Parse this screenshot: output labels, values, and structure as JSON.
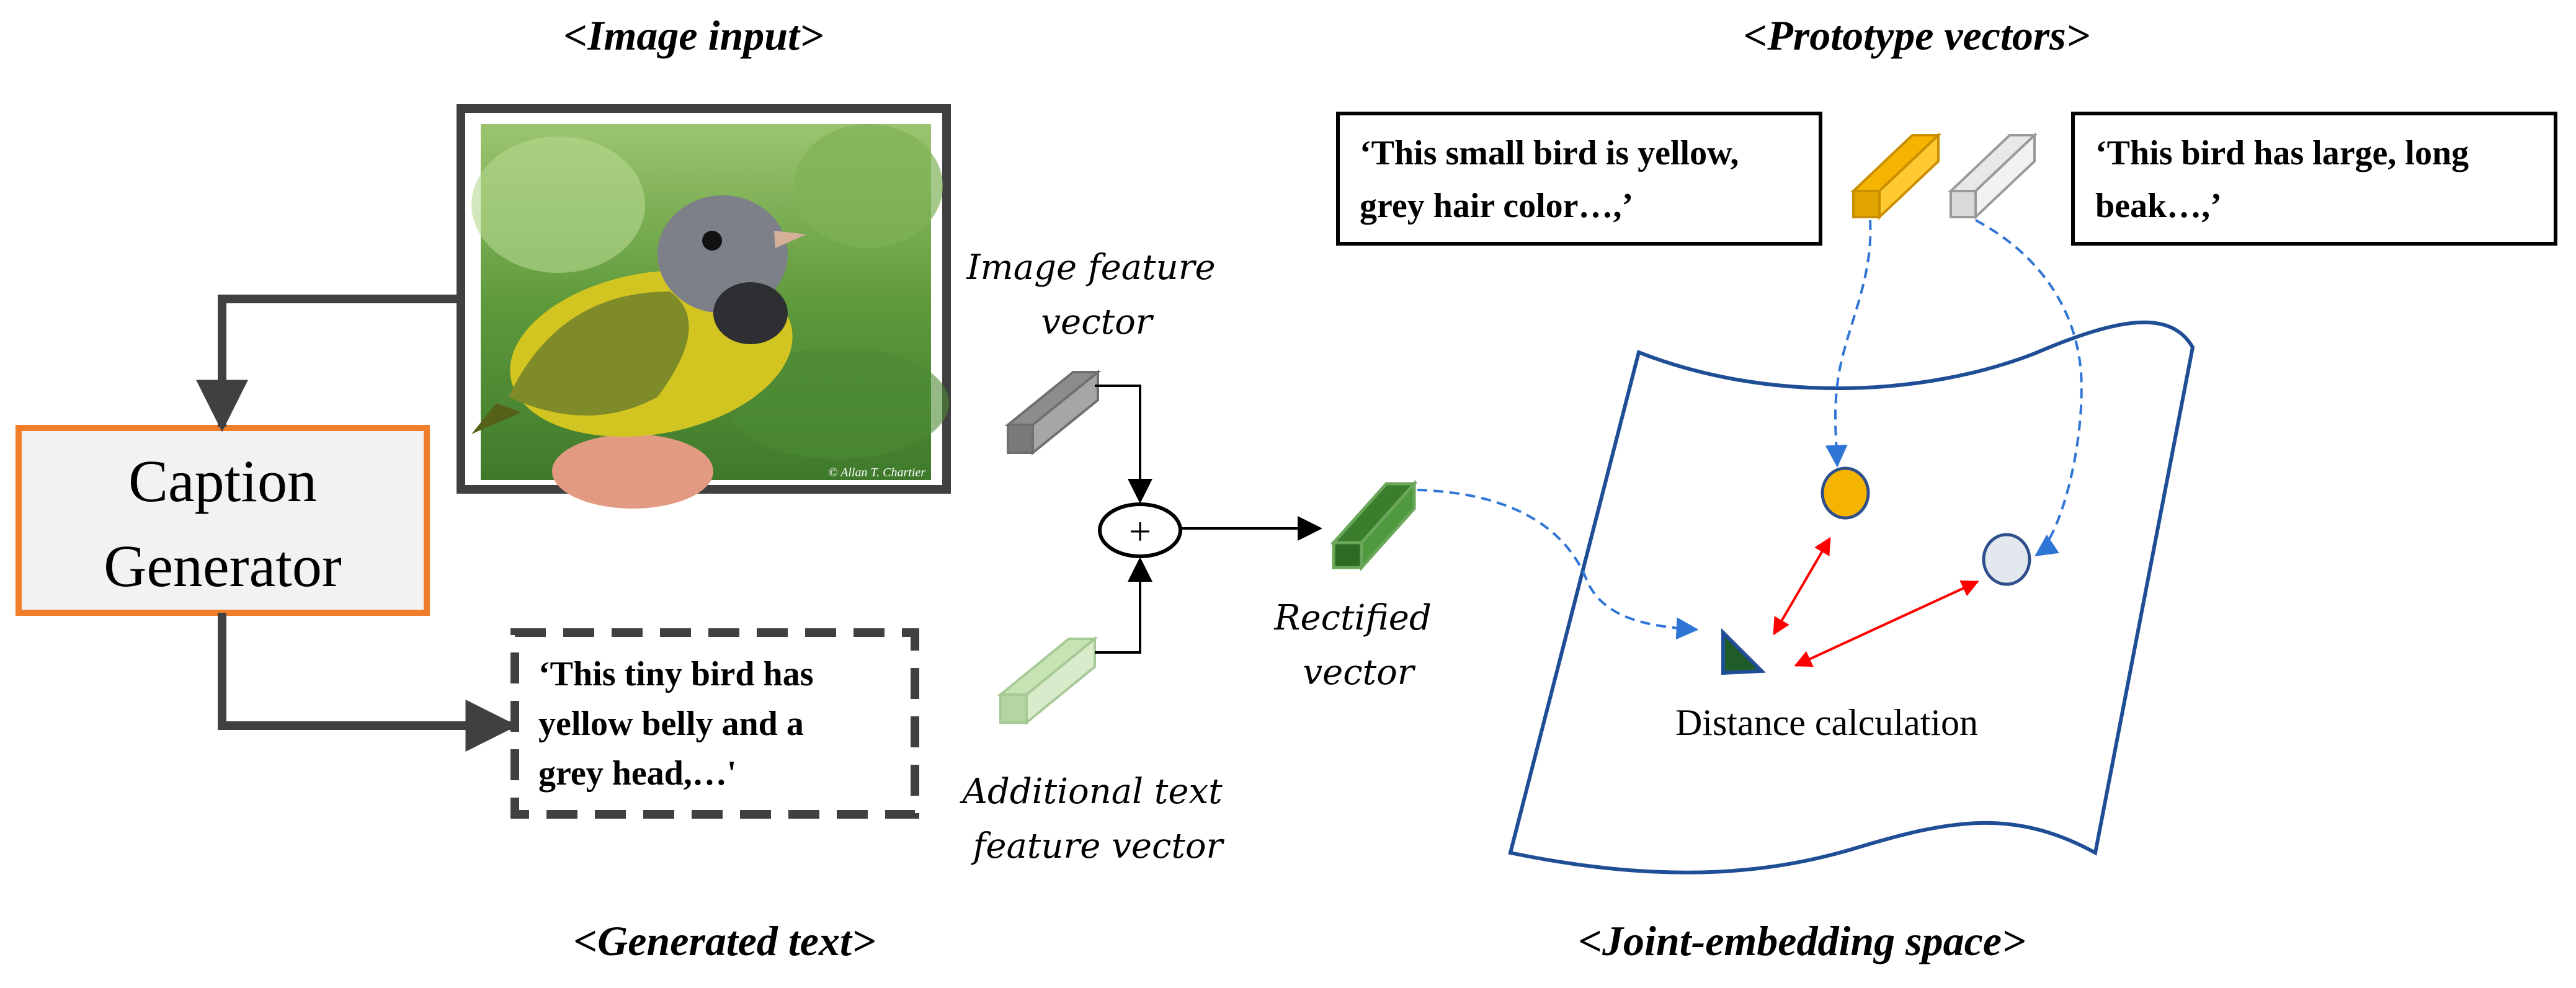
{
  "sections": {
    "image_input": "<Image input>",
    "prototype_vectors": "<Prototype vectors>",
    "generated_text": "<Generated text>",
    "joint_embedding": "<Joint-embedding space>"
  },
  "caption_generator": {
    "line1": "Caption",
    "line2": "Generator"
  },
  "image": {
    "credit": "© Allan T. Chartier"
  },
  "labels": {
    "image_feature": [
      "Image feature",
      "vector"
    ],
    "additional_text": [
      "Additional text",
      "feature vector"
    ],
    "rectified": [
      "Rectified",
      "vector"
    ],
    "plus": "+",
    "distance": "Distance calculation"
  },
  "texts": {
    "generated": [
      "‘This tiny bird has",
      "yellow belly and a",
      "grey head,…'"
    ],
    "prototype_left": [
      "‘This small bird is yellow,",
      "grey hair color…,’"
    ],
    "prototype_right": [
      "‘This bird has large, long",
      "beak…,’"
    ]
  },
  "colors": {
    "caption_border": "#f07d2a",
    "caption_fill": "#f2f2f2",
    "dark": "#404040",
    "surface": "#1f4e96",
    "dashed_arrow": "#2e75d6",
    "distance_arrow": "#ff0000",
    "image_feature_cube": "#8c8c8c",
    "text_feature_cube": "#c6e3b4",
    "rectified_cube": "#3a7d2c",
    "yellow_proto": "#f4b400",
    "grey_proto": "#e3e7ee"
  }
}
